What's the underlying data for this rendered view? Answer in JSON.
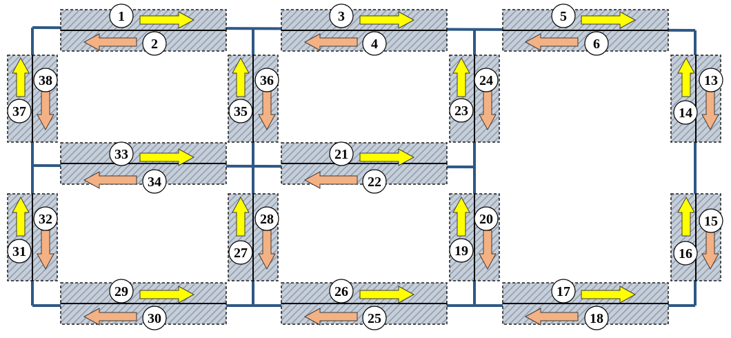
{
  "colors": {
    "network_line": "#2e5886",
    "lane_fill": "#c5ced9",
    "lane_hatch": "#8f9cab",
    "lane_border": "#1a1a1a",
    "arrow_forward": "#ffff00",
    "arrow_backward": "#f4b183",
    "arrow_border": "#3a3a3a",
    "label_fill": "#ffffff",
    "label_text": "#000000"
  },
  "arrow_legend": {
    "forward_color_name": "yellow",
    "backward_color_name": "orange"
  },
  "links": [
    {
      "label": "1",
      "arrow": "right"
    },
    {
      "label": "2",
      "arrow": "left"
    },
    {
      "label": "3",
      "arrow": "right"
    },
    {
      "label": "4",
      "arrow": "left"
    },
    {
      "label": "5",
      "arrow": "right"
    },
    {
      "label": "6",
      "arrow": "left"
    },
    {
      "label": "13",
      "arrow": "down"
    },
    {
      "label": "14",
      "arrow": "up"
    },
    {
      "label": "15",
      "arrow": "down"
    },
    {
      "label": "16",
      "arrow": "up"
    },
    {
      "label": "17",
      "arrow": "right"
    },
    {
      "label": "18",
      "arrow": "left"
    },
    {
      "label": "19",
      "arrow": "up"
    },
    {
      "label": "20",
      "arrow": "down"
    },
    {
      "label": "21",
      "arrow": "right"
    },
    {
      "label": "22",
      "arrow": "left"
    },
    {
      "label": "23",
      "arrow": "up"
    },
    {
      "label": "24",
      "arrow": "down"
    },
    {
      "label": "25",
      "arrow": "left"
    },
    {
      "label": "26",
      "arrow": "right"
    },
    {
      "label": "27",
      "arrow": "up"
    },
    {
      "label": "28",
      "arrow": "down"
    },
    {
      "label": "29",
      "arrow": "right"
    },
    {
      "label": "30",
      "arrow": "left"
    },
    {
      "label": "31",
      "arrow": "up"
    },
    {
      "label": "32",
      "arrow": "down"
    },
    {
      "label": "33",
      "arrow": "right"
    },
    {
      "label": "34",
      "arrow": "left"
    },
    {
      "label": "35",
      "arrow": "up"
    },
    {
      "label": "36",
      "arrow": "down"
    },
    {
      "label": "37",
      "arrow": "up"
    },
    {
      "label": "38",
      "arrow": "down"
    }
  ]
}
